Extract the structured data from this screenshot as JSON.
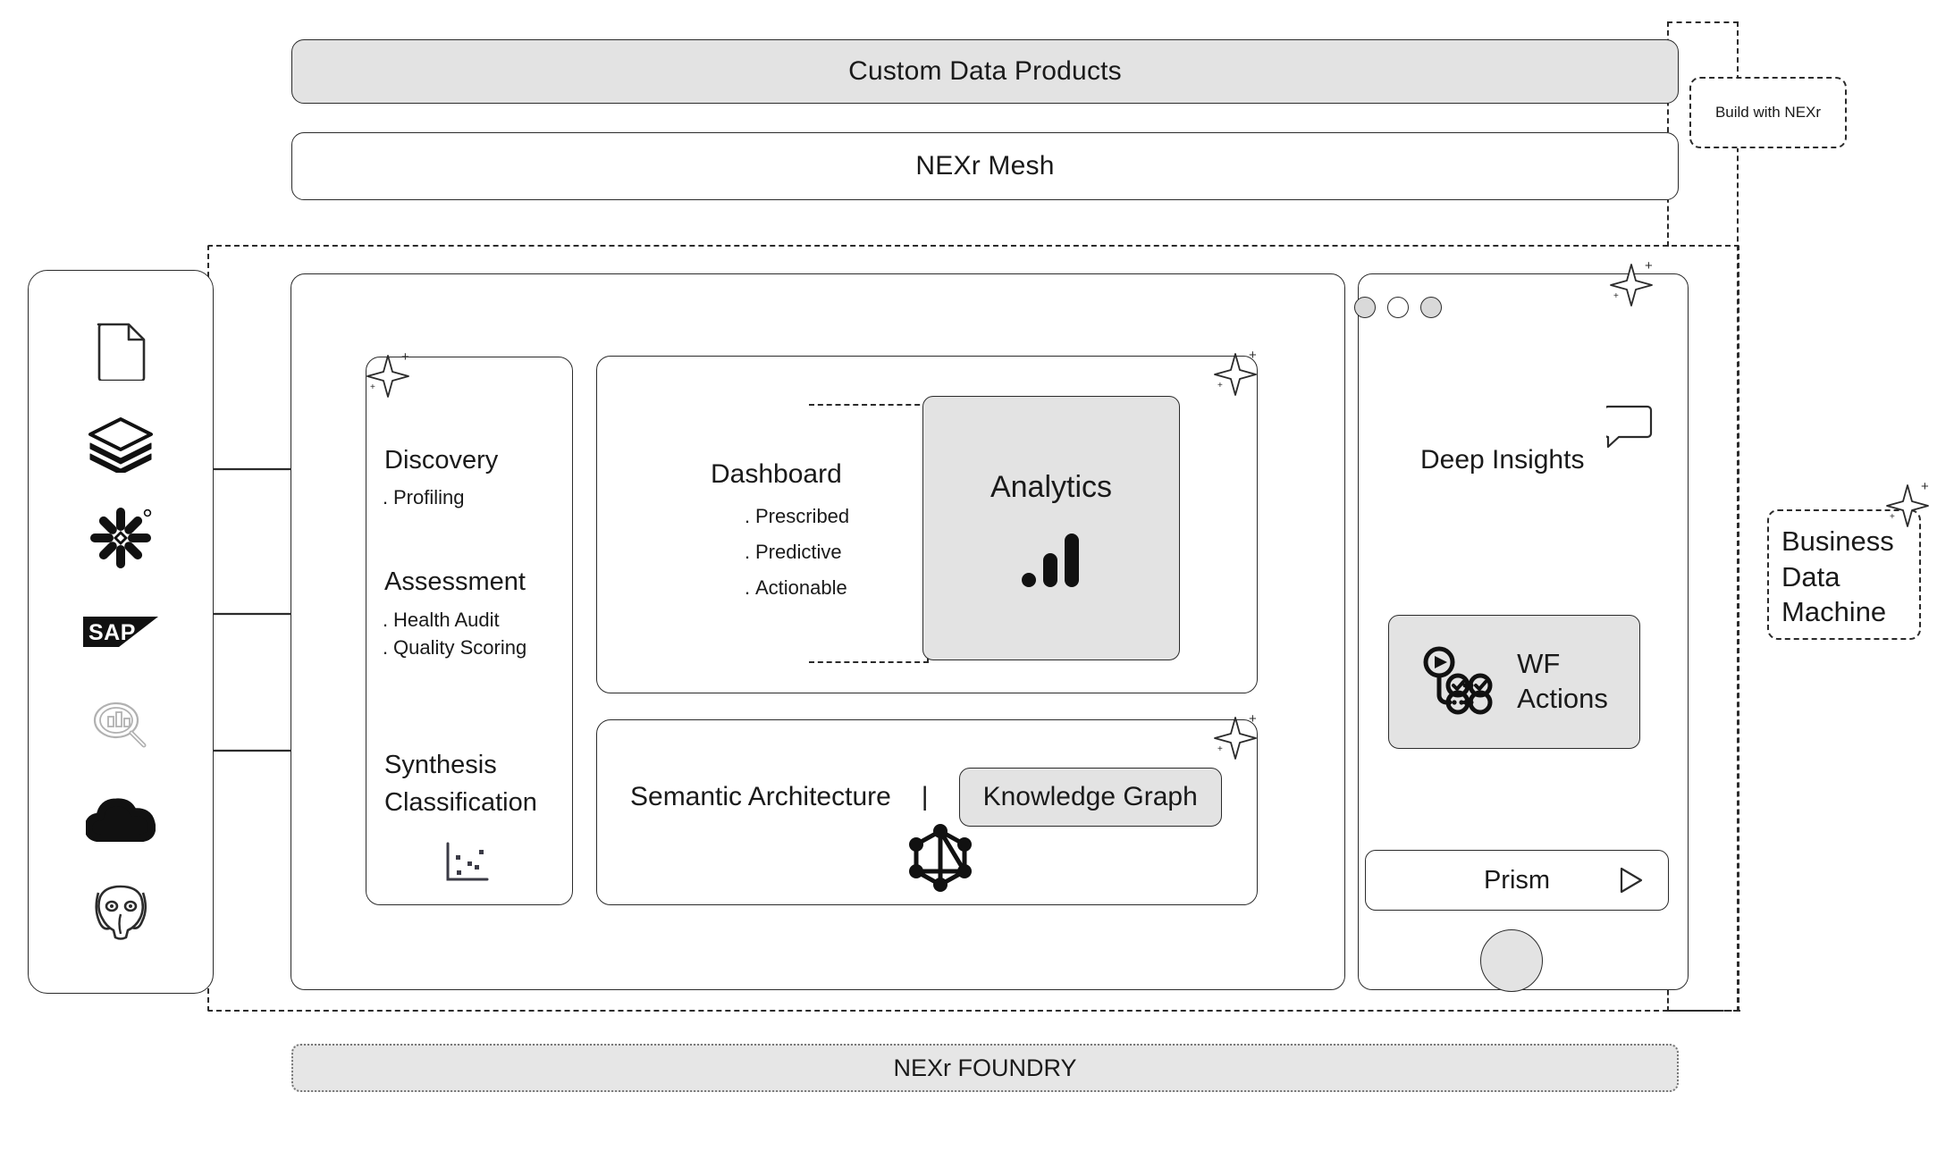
{
  "top": {
    "custom_data_products": "Custom Data Products",
    "nexr_mesh": "NEXr Mesh",
    "build_badge": "Build with NEXr"
  },
  "sources": {
    "items": [
      {
        "icon": "document-icon",
        "label": "Document / File source"
      },
      {
        "icon": "databricks-icon",
        "label": "Databricks"
      },
      {
        "icon": "snowflake-icon",
        "label": "Snowflake"
      },
      {
        "icon": "sap-icon",
        "label": "SAP"
      },
      {
        "icon": "data-search-icon",
        "label": "Data Search"
      },
      {
        "icon": "cloud-icon",
        "label": "Cloud"
      },
      {
        "icon": "postgresql-icon",
        "label": "PostgreSQL"
      }
    ]
  },
  "pipeline": {
    "discovery": {
      "title": "Discovery",
      "bullets": [
        "Profiling"
      ]
    },
    "assessment": {
      "title": "Assessment",
      "bullets": [
        "Health Audit",
        "Quality Scoring"
      ]
    },
    "synthesis": {
      "line1": "Synthesis",
      "line2": "Classification"
    }
  },
  "dashboard": {
    "title": "Dashboard",
    "bullets": [
      "Prescribed",
      "Predictive",
      "Actionable"
    ],
    "analytics_label": "Analytics"
  },
  "semantic": {
    "title": "Semantic Architecture",
    "separator": "|",
    "knowledge_graph": "Knowledge Graph"
  },
  "insights": {
    "title": "Deep Insights",
    "wf_actions_line1": "WF",
    "wf_actions_line2": "Actions",
    "prism": "Prism"
  },
  "bdm": {
    "line1": "Business",
    "line2": "Data",
    "line3": "Machine"
  },
  "footer": {
    "foundry": "NEXr FOUNDRY"
  },
  "colors": {
    "fill_grey": "#e3e3e3",
    "stroke": "#2b2b2b",
    "footer_fill": "#e6e6e6"
  }
}
